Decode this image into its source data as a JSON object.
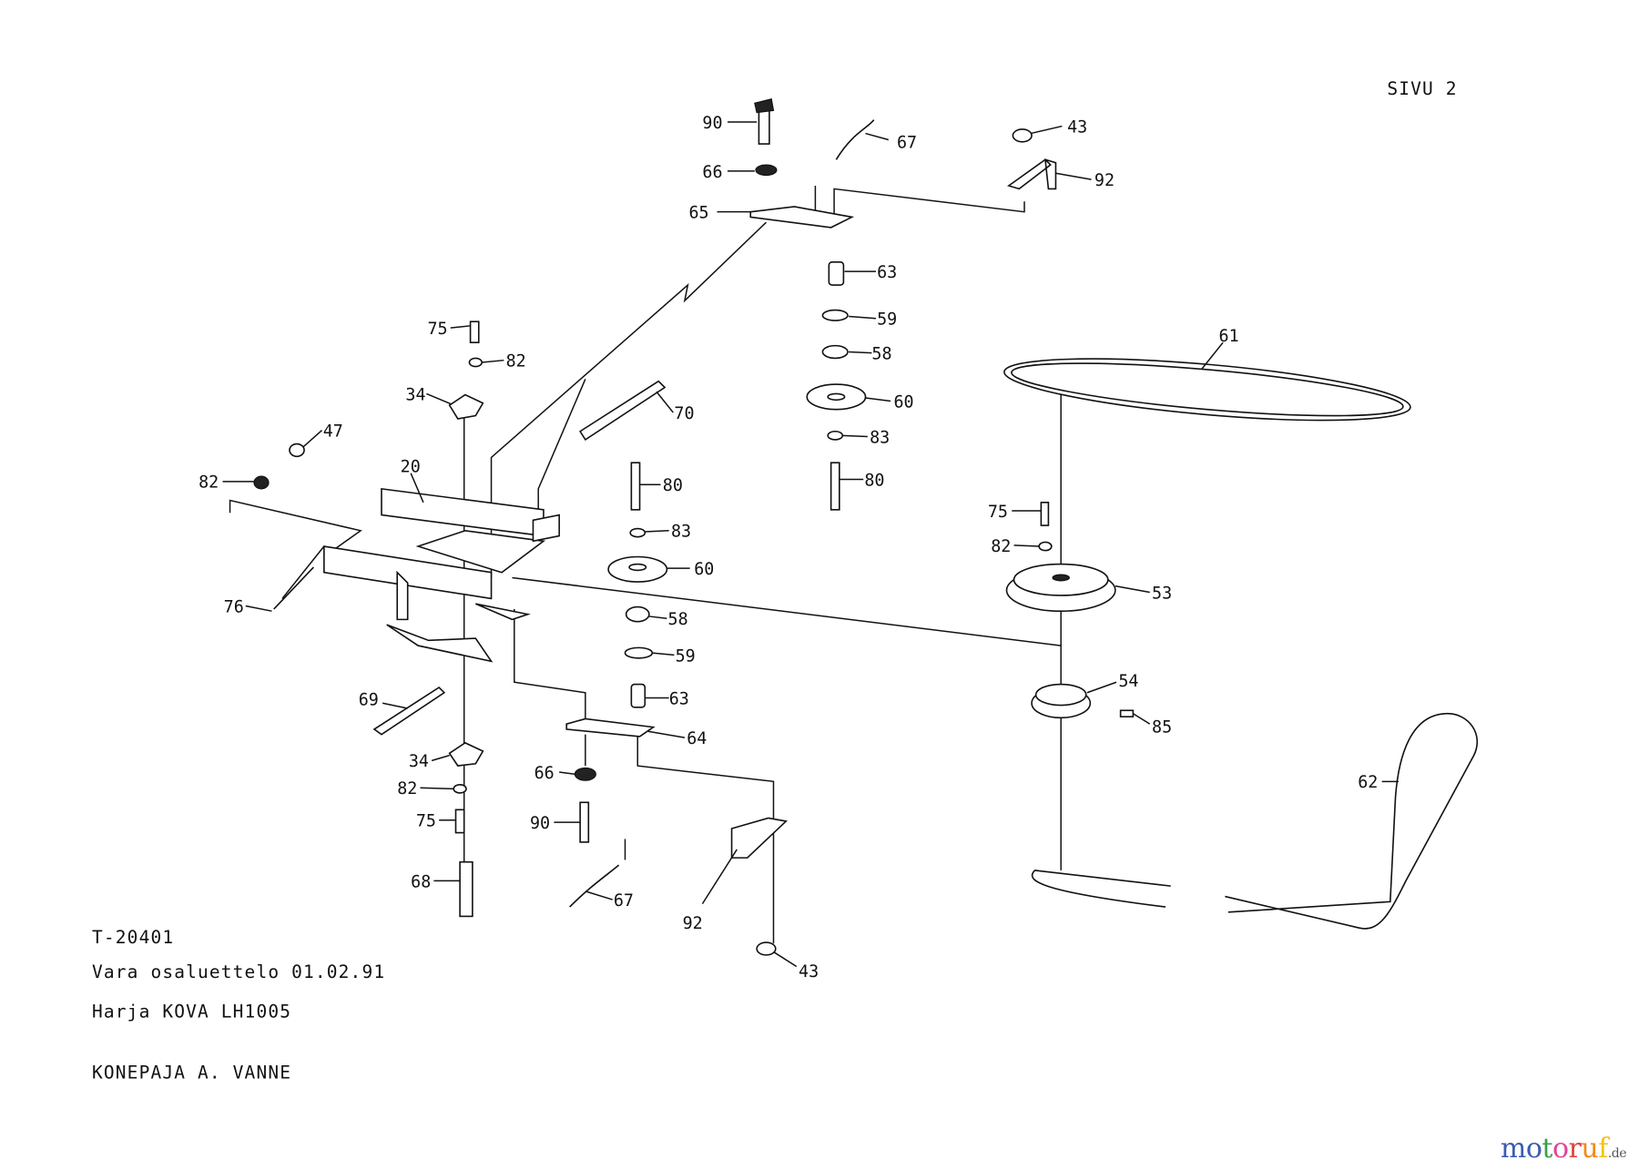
{
  "page_label": "SIVU 2",
  "title_block": {
    "drawing_no": "T-20401",
    "list_line": "Vara osaluettelo 01.02.91",
    "product": "Harja KOVA LH1005",
    "company": "KONEPAJA A. VANNE"
  },
  "parts": [
    "90",
    "66",
    "65",
    "67",
    "43",
    "92",
    "63",
    "59",
    "58",
    "60",
    "83",
    "80",
    "61",
    "75",
    "82",
    "34",
    "70",
    "47",
    "82",
    "20",
    "80",
    "83",
    "60",
    "58",
    "59",
    "63",
    "64",
    "76",
    "69",
    "34",
    "82",
    "75",
    "66",
    "90",
    "68",
    "67",
    "92",
    "43",
    "75",
    "82",
    "53",
    "54",
    "85",
    "62"
  ],
  "watermark": {
    "text": "motoruf",
    "suffix": ".de",
    "colors": [
      "#3a5bb0",
      "#3a5bb0",
      "#3aa048",
      "#e0449a",
      "#e04040",
      "#f08a1c",
      "#f2c21a"
    ]
  }
}
